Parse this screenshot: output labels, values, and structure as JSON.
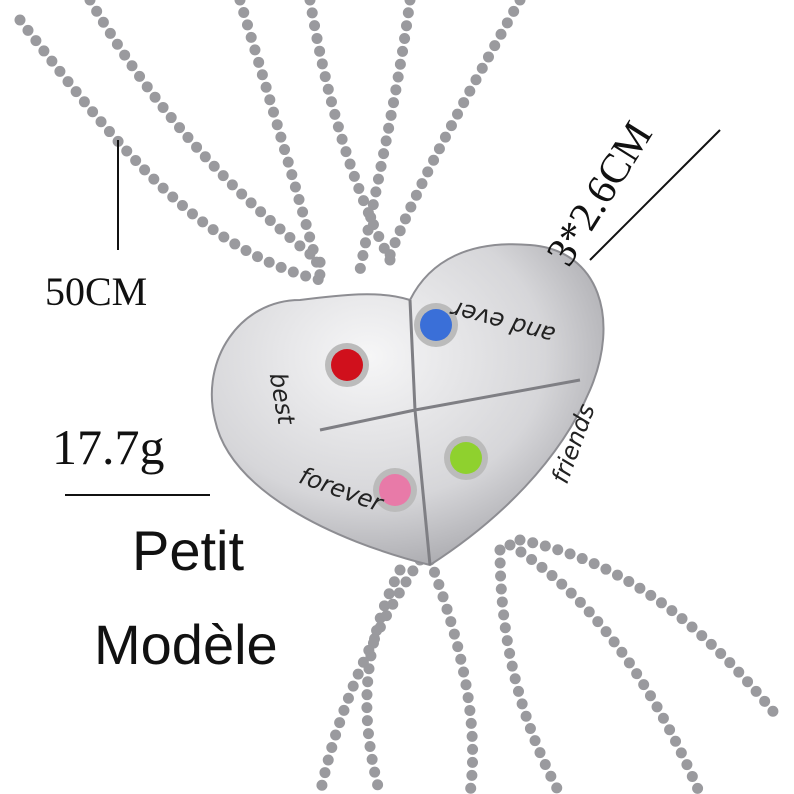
{
  "labels": {
    "chain_length": "50CM",
    "weight": "17.7g",
    "size_line1": "Petit",
    "size_line2": "Modèle",
    "pendant_size": "3*2.6CM"
  },
  "engravings": {
    "top_left": "best",
    "top_right": "and ever",
    "bottom_right": "friends",
    "bottom_left": "forever"
  },
  "gem_colors": {
    "red": "#d0101c",
    "blue": "#3a6fd8",
    "pink": "#e87aa8",
    "green": "#8fd12e"
  },
  "metal_color": "#c9c9cc"
}
